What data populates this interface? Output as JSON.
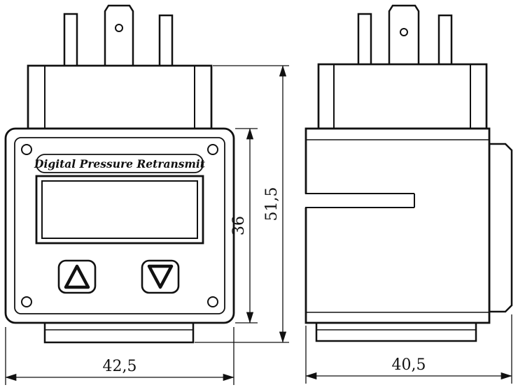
{
  "drawing": {
    "device_label": "Digital Pressure Retransmit",
    "dimensions": {
      "front_width": "42,5",
      "front_body_height": "36",
      "front_total_height": "51,5",
      "side_width": "40,5"
    },
    "colors": {
      "line": "#111111",
      "background": "#ffffff"
    }
  }
}
